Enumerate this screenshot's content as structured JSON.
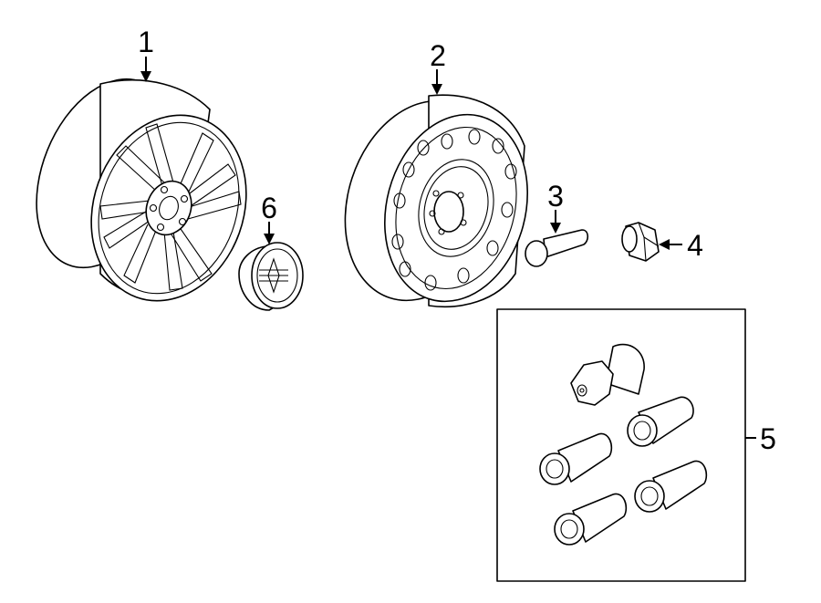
{
  "diagram": {
    "callouts": [
      {
        "id": "1",
        "label": "1",
        "part": "alloy-wheel"
      },
      {
        "id": "2",
        "label": "2",
        "part": "steel-spare-wheel"
      },
      {
        "id": "3",
        "label": "3",
        "part": "wheel-stud"
      },
      {
        "id": "4",
        "label": "4",
        "part": "lug-nut"
      },
      {
        "id": "5",
        "label": "5",
        "part": "wheel-lock-kit"
      },
      {
        "id": "6",
        "label": "6",
        "part": "center-cap"
      }
    ],
    "lock_kit_contents": [
      "key-adapter",
      "lock-nut",
      "lock-nut",
      "lock-nut",
      "lock-nut"
    ],
    "colors": {
      "line": "#000000",
      "background": "#ffffff"
    }
  }
}
